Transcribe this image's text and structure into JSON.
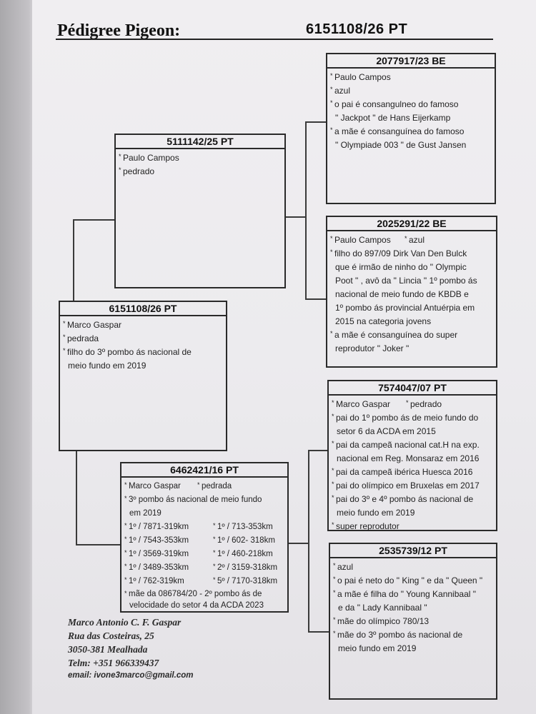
{
  "header": {
    "title": "Pédigree Pigeon:",
    "ring": "6151108/26   PT"
  },
  "subject": {
    "ring": "6151108/26   PT",
    "lines": [
      "Marco Gaspar",
      "pedrada",
      "filho do 3º pombo ás nacional de",
      "meio fundo em 2019"
    ]
  },
  "sire": {
    "ring": "5111142/25   PT",
    "lines": [
      "Paulo Campos",
      "pedrado"
    ]
  },
  "dam": {
    "ring": "6462421/16   PT",
    "owner": "Marco Gaspar",
    "color": "pedrada",
    "lines": [
      "3º pombo ás nacional de meio fundo",
      "em 2019"
    ],
    "results_left": [
      "1º / 7871-319km",
      "1º / 7543-353km",
      "1º / 3569-319km",
      "1º / 3489-353km",
      "1º / 762-319km"
    ],
    "results_right": [
      "1º / 713-353km",
      "1º / 602- 318km",
      "1º / 460-218km",
      "2º / 3159-318km",
      "5º / 7170-318km"
    ],
    "tail": [
      "mãe da 086784/20 - 2º pombo ás de",
      "velocidade do setor 4 da ACDA 2023"
    ]
  },
  "sire_sire": {
    "ring": "2077917/23   BE",
    "lines": [
      {
        "b": true,
        "t": "Paulo Campos"
      },
      {
        "b": true,
        "t": "azul"
      },
      {
        "b": true,
        "t": "o pai é consangulneo do famoso"
      },
      {
        "b": false,
        "t": "\" Jackpot \" de Hans Eijerkamp"
      },
      {
        "b": true,
        "t": "a mãe é consanguínea do famoso"
      },
      {
        "b": false,
        "t": "\" Olympiade 003 \" de Gust Jansen"
      }
    ]
  },
  "sire_dam": {
    "ring": "2025291/22   BE",
    "owner": "Paulo Campos",
    "color": "azul",
    "lines": [
      {
        "b": true,
        "t": "filho do 897/09  Dirk Van Den Bulck"
      },
      {
        "b": false,
        "t": "que é irmão de ninho do \" Olympic"
      },
      {
        "b": false,
        "t": "Poot \" , avô da \" Lincia \" 1º pombo ás"
      },
      {
        "b": false,
        "t": "nacional de meio fundo de KBDB e"
      },
      {
        "b": false,
        "t": "1º pombo ás provincial Antuérpia em"
      },
      {
        "b": false,
        "t": "2015 na categoria jovens"
      },
      {
        "b": true,
        "t": "a mãe é consanguínea do super"
      },
      {
        "b": false,
        "t": "reprodutor \" Joker \""
      }
    ]
  },
  "dam_sire": {
    "ring": "7574047/07   PT",
    "owner": "Marco Gaspar",
    "color": "pedrado",
    "lines": [
      {
        "b": true,
        "t": "pai do 1º pombo ás de meio fundo do"
      },
      {
        "b": false,
        "t": "setor 6 da ACDA em 2015"
      },
      {
        "b": true,
        "t": "pai da campeã nacional cat.H na exp."
      },
      {
        "b": false,
        "t": "nacional em Reg. Monsaraz em 2016"
      },
      {
        "b": true,
        "t": "pai da campeã ibérica Huesca 2016"
      },
      {
        "b": true,
        "t": "pai do olímpico em Bruxelas em 2017"
      },
      {
        "b": true,
        "t": "pai do 3º e 4º pombo ás nacional de"
      },
      {
        "b": false,
        "t": "meio fundo em 2019"
      },
      {
        "b": true,
        "t": "super reprodutor"
      }
    ]
  },
  "dam_dam": {
    "ring": "2535739/12   PT",
    "lines": [
      {
        "b": true,
        "t": "azul"
      },
      {
        "b": true,
        "t": "o pai é neto do \" King \" e da \" Queen \""
      },
      {
        "b": true,
        "t": "a mãe é filha do \" Young Kannibaal \""
      },
      {
        "b": false,
        "t": "e da \" Lady Kannibaal \""
      },
      {
        "b": true,
        "t": "mãe do olímpico 780/13"
      },
      {
        "b": true,
        "t": "mãe do 3º pombo ás nacional de"
      },
      {
        "b": false,
        "t": "meio fundo em 2019"
      }
    ]
  },
  "footer": {
    "name": "Marco Antonio C. F. Gaspar",
    "street": "Rua das Costeiras, 25",
    "city": "3050-381 Mealhada",
    "phone": "Telm: +351 966339437",
    "email": "email: ivone3marco@gmail.com"
  },
  "bullet": "*"
}
